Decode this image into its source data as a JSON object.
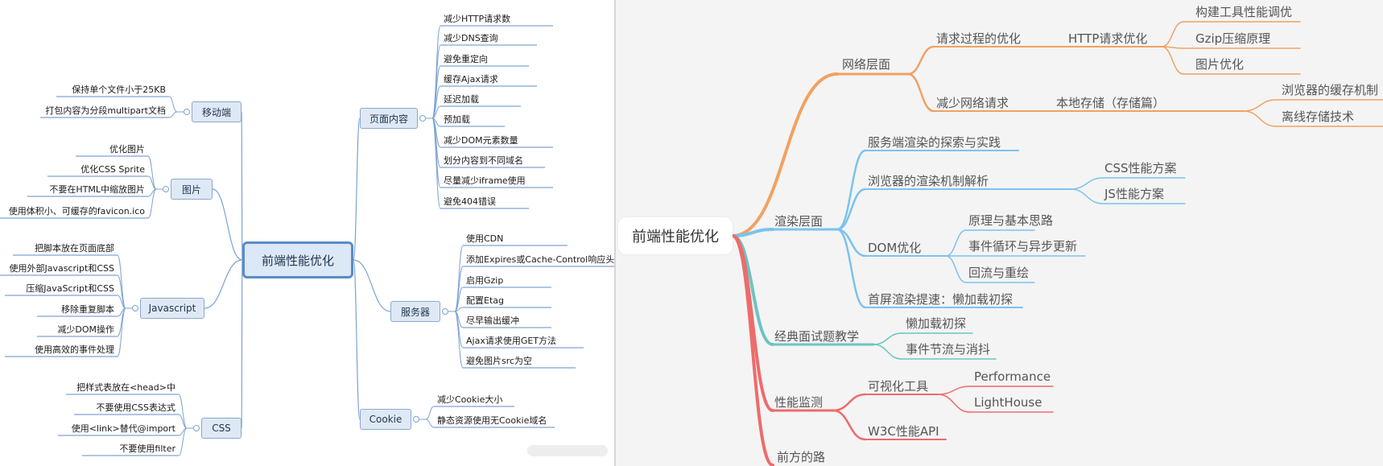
{
  "left_map": {
    "root": "前端性能优化",
    "branches": [
      {
        "label": "页面内容",
        "icon": "node",
        "items": [
          "减少HTTP请求数",
          "减少DNS查询",
          "避免重定向",
          "缓存Ajax请求",
          "延迟加载",
          "预加载",
          "减少DOM元素数量",
          "划分内容到不同域名",
          "尽量减少iframe使用",
          "避免404错误"
        ]
      },
      {
        "label": "服务器",
        "icon": "node",
        "items": [
          "使用CDN",
          "添加Expires或Cache-Control响应头",
          "启用Gzip",
          "配置Etag",
          "尽早输出缓冲",
          "Ajax请求使用GET方法",
          "避免图片src为空"
        ]
      },
      {
        "label": "Cookie",
        "icon": "node",
        "items": [
          "减少Cookie大小",
          "静态资源使用无Cookie域名"
        ]
      },
      {
        "label": "移动端",
        "icon": "node",
        "items": [
          "保持单个文件小于25KB",
          "打包内容为分段multipart文档"
        ]
      },
      {
        "label": "图片",
        "icon": "node",
        "items": [
          "优化图片",
          "优化CSS Sprite",
          "不要在HTML中缩放图片",
          "使用体积小、可缓存的favicon.ico"
        ]
      },
      {
        "label": "Javascript",
        "icon": "node",
        "items": [
          "把脚本放在页面底部",
          "使用外部Javascript和CSS",
          "压缩JavaScript和CSS",
          "移除重复脚本",
          "减少DOM操作",
          "使用高效的事件处理"
        ]
      },
      {
        "label": "CSS",
        "icon": "node",
        "items": [
          "把样式表放在<head>中",
          "不要使用CSS表达式",
          "使用<link>替代@import",
          "不要使用filter"
        ]
      }
    ]
  },
  "right_map": {
    "root": "前端性能优化",
    "colors": {
      "network": "#f0a262",
      "render": "#7cc2ee",
      "classic": "#6cc4c0",
      "monitor": "#ee6b6b"
    },
    "network": {
      "label": "网络层面",
      "req": "请求过程的优化",
      "http": "HTTP请求优化",
      "http_items": [
        "构建工具性能调优",
        "Gzip压缩原理",
        "图片优化"
      ],
      "reduce": "减少网络请求",
      "storage": "本地存储（存储篇）",
      "storage_items": [
        "浏览器的缓存机制",
        "离线存储技术"
      ]
    },
    "render": {
      "label": "渲染层面",
      "ssr": "服务端渲染的探索与实践",
      "browser": "浏览器的渲染机制解析",
      "browser_items": [
        "CSS性能方案",
        "JS性能方案"
      ],
      "dom": "DOM优化",
      "dom_items": [
        "原理与基本思路",
        "事件循环与异步更新",
        "回流与重绘"
      ],
      "firstscreen": "首屏渲染提速：懒加载初探"
    },
    "classic": {
      "label": "经典面试题教学",
      "items": [
        "懒加载初探",
        "事件节流与消抖"
      ]
    },
    "monitor": {
      "label": "性能监测",
      "vis": "可视化工具",
      "vis_items": [
        "Performance",
        "LightHouse"
      ],
      "w3c": "W3C性能API"
    },
    "future": {
      "label": "前方的路"
    }
  }
}
